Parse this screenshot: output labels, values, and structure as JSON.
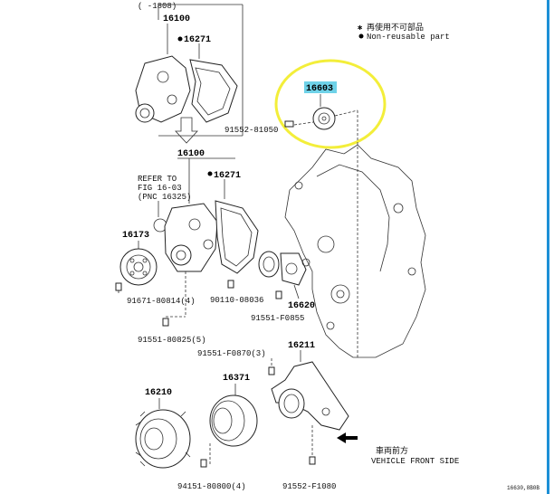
{
  "legend": {
    "nonreusable_jp": "再使用不可部品",
    "nonreusable_en": "Non-reusable part",
    "range_top": "( -1808)"
  },
  "callouts": {
    "p16100_a": "16100",
    "p16271_a": "16271",
    "p16100_b": "16100",
    "p16271_b": "16271",
    "refer_line1": "REFER TO",
    "refer_line2": "FIG 16-03",
    "refer_line3": "(PNC 16325)",
    "p16173": "16173",
    "p91671": "91671-80814(4)",
    "p91551a": "91551-80825(5)",
    "p90110": "90110-08036",
    "p16620": "16620",
    "p91551b": "91551-F0855",
    "p91552a": "91552-81050",
    "p16603": "16603",
    "p91551c": "91551-F0870(3)",
    "p16211": "16211",
    "p16371": "16371",
    "p16210": "16210",
    "p94151": "94151-80800(4)",
    "p91552b": "91552-F1080",
    "front_jp": "車両前方",
    "front_en": "VEHICLE FRONT SIDE",
    "figno": "16630,8B0B"
  },
  "highlight": {
    "part": "16603",
    "circle_color": "#f3ee3a",
    "tag_color": "#6fd2e8"
  },
  "frame_color": "#1c8fd6"
}
